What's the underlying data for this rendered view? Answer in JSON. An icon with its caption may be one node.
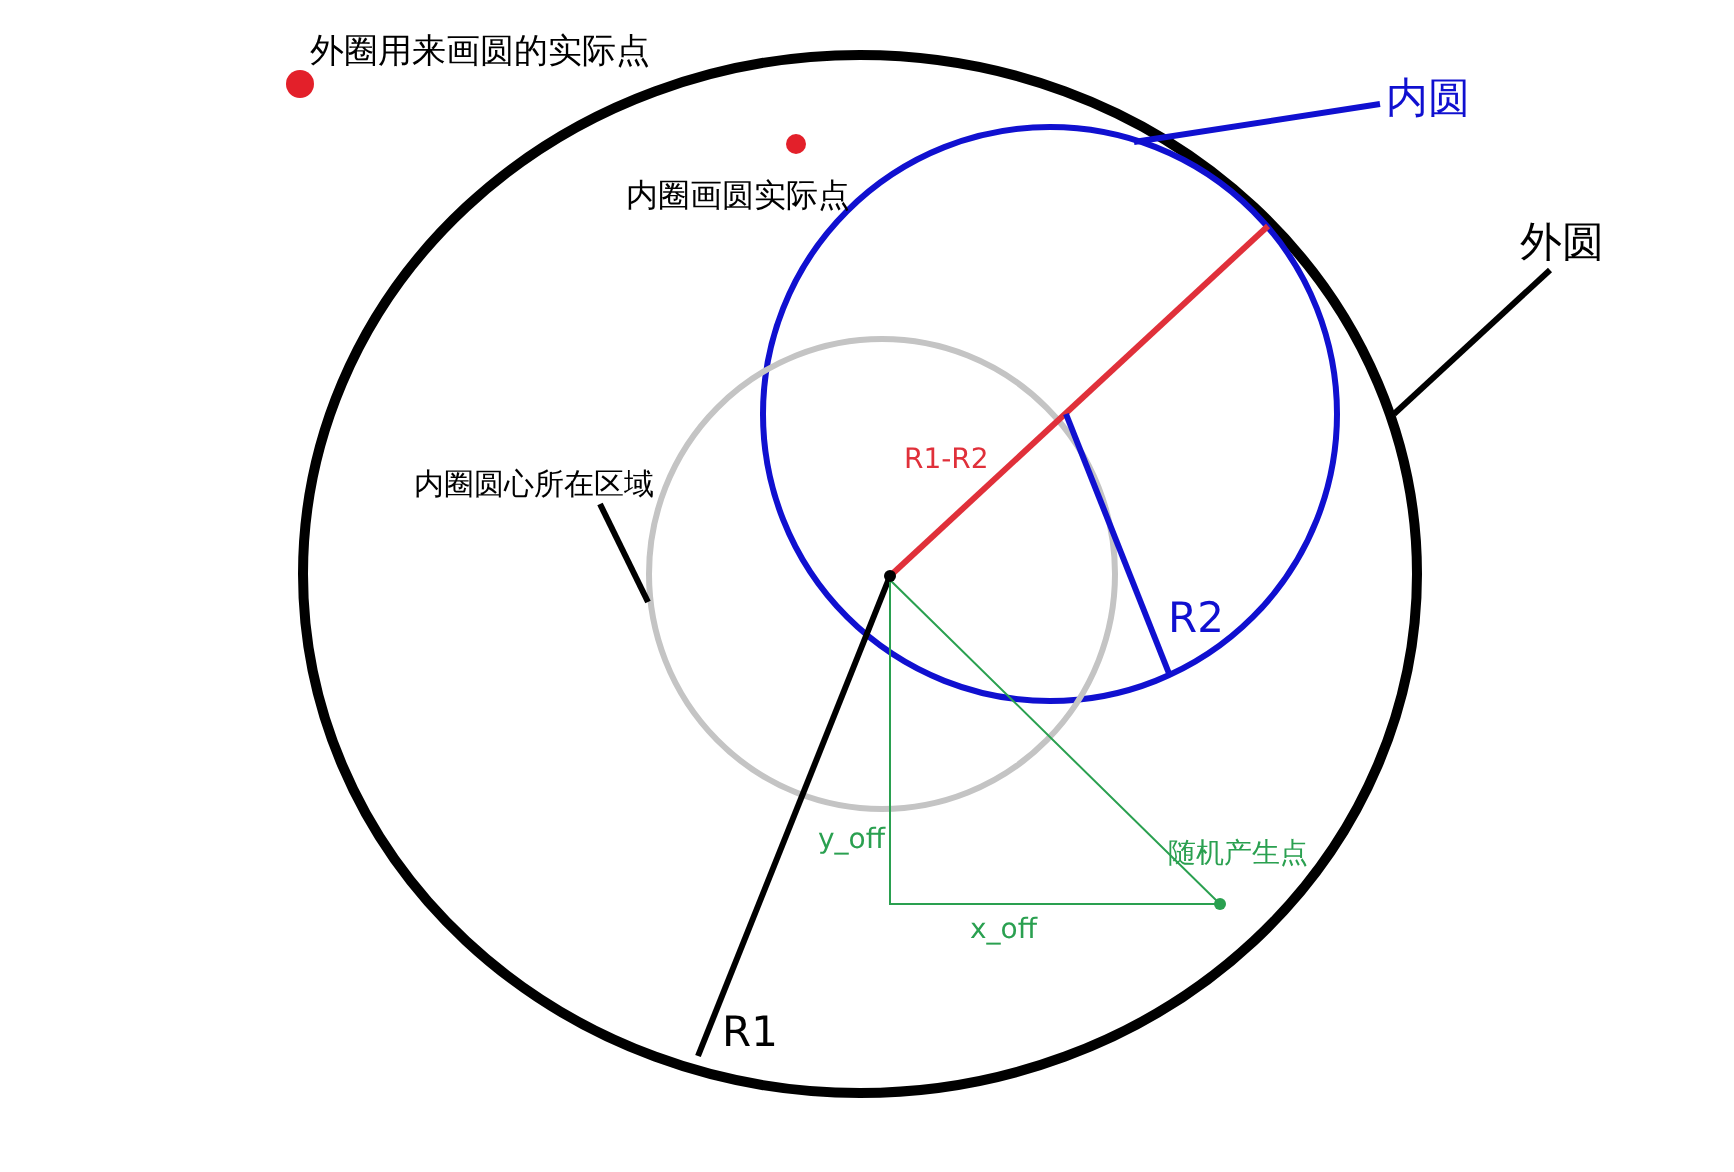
{
  "diagram": {
    "nodes": [
      {
        "text": [],
        "shape": "circle"
      },
      {
        "text": [],
        "shape": "circle",
        "in": 0
      },
      {
        "text": [],
        "shape": "circle",
        "in": 0
      },
      {
        "text": [
          "外圆"
        ]
      },
      {
        "text": [
          "内圆"
        ]
      },
      {
        "text": [
          "内圈圆心所在区域"
        ],
        "in": 0
      }
    ],
    "edges": [
      {
        "from": 3,
        "to": 0,
        "arrow": "none"
      },
      {
        "from": 4,
        "to": 1,
        "arrow": "none",
        "color": "#1010d0"
      },
      {
        "from": 5,
        "to": 2,
        "arrow": "none"
      }
    ],
    "labels": [
      "外圈用来画圆的实际点",
      "内圈画圆实际点",
      "R1-R2",
      "R2",
      "y_off",
      "随机产生点",
      "x_off",
      "R1"
    ]
  }
}
